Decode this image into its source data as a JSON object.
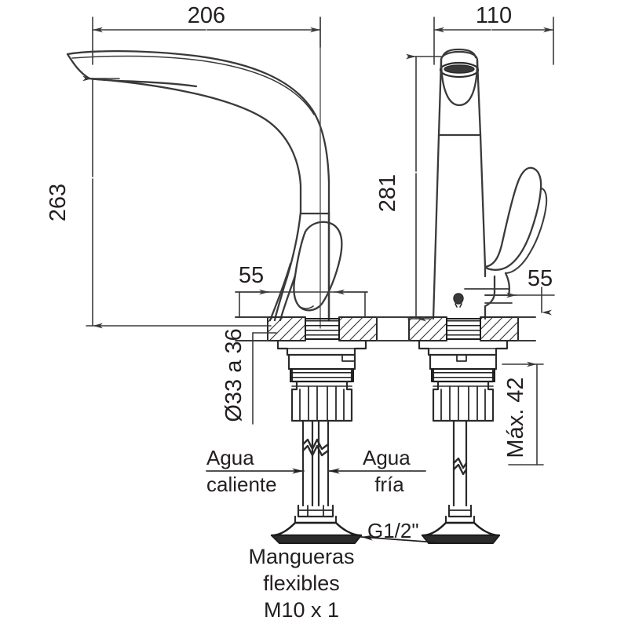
{
  "drawing": {
    "title": "Faucet technical dimension drawing",
    "units": "mm",
    "line_color": "#3a3a3a",
    "text_color": "#231f20",
    "background": "#ffffff"
  },
  "dimensions": {
    "front_width": "206",
    "front_height": "263",
    "side_width": "110",
    "side_height": "281",
    "front_offset": "55",
    "side_offset": "55",
    "hole_diameter": "Ø33 a 36",
    "max_thickness": "Máx. 42"
  },
  "labels": {
    "hot_water_line1": "Agua",
    "hot_water_line2": "caliente",
    "cold_water_line1": "Agua",
    "cold_water_line2": "fría",
    "thread": "G1/2\"",
    "hose_line1": "Mangueras",
    "hose_line2": "flexibles",
    "hose_line3": "M10 x 1"
  },
  "views": {
    "front": "Front elevation",
    "side": "Side elevation"
  }
}
